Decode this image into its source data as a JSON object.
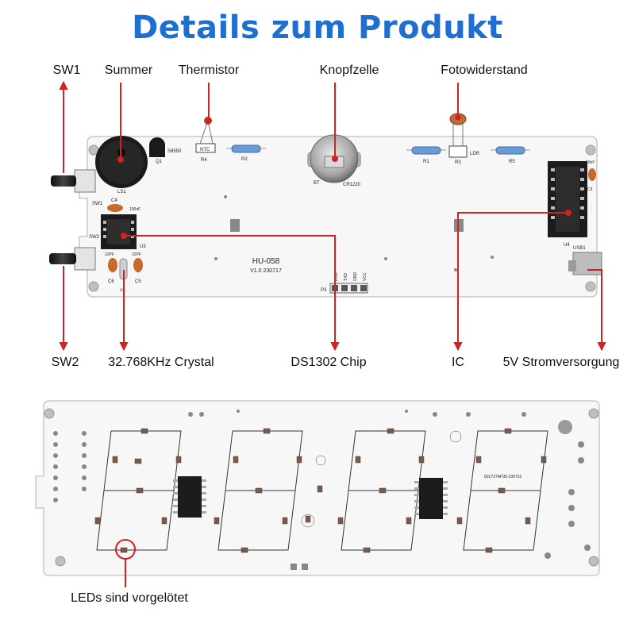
{
  "title": "Details zum Produkt",
  "colors": {
    "title": "#1f6fd1",
    "callout": "#d42020",
    "board": "#f7f7f7"
  },
  "labels": {
    "sw1": "SW1",
    "summer": "Summer",
    "thermistor": "Thermistor",
    "knopfzelle": "Knopfzelle",
    "fotowiderstand": "Fotowiderstand",
    "sw2": "SW2",
    "crystal": "32.768KHz Crystal",
    "ds1302": "DS1302 Chip",
    "ic": "IC",
    "power": "5V Stromversorgung",
    "leds": "LEDs sind vorgelötet"
  },
  "silkscreen": {
    "model": "HU-058",
    "version": "V1.0 230717",
    "s8550": "S8550",
    "q1": "Q1",
    "ls1": "LS1",
    "sw1": "SW1",
    "sw2": "SW2",
    "u3": "U3",
    "c4": "C4",
    "nf100": "100nF",
    "pf22a": "22PF",
    "pf22b": "22PF",
    "c6": "C6",
    "c5": "C5",
    "y1": "Y1",
    "ntc": "NTC",
    "r4": "R4",
    "r2": "R2",
    "bt": "BT",
    "cr1220": "CR1220",
    "r1": "R1",
    "r3": "R3",
    "ldr": "LDR",
    "r5": "R5",
    "u4": "U4",
    "c3": "C3",
    "c3val": "10nF",
    "usb1": "USB1",
    "p3": "P3",
    "pins": [
      "RXD",
      "TXD",
      "GND",
      "VCC"
    ],
    "back_code": "601727AP35-230731"
  }
}
